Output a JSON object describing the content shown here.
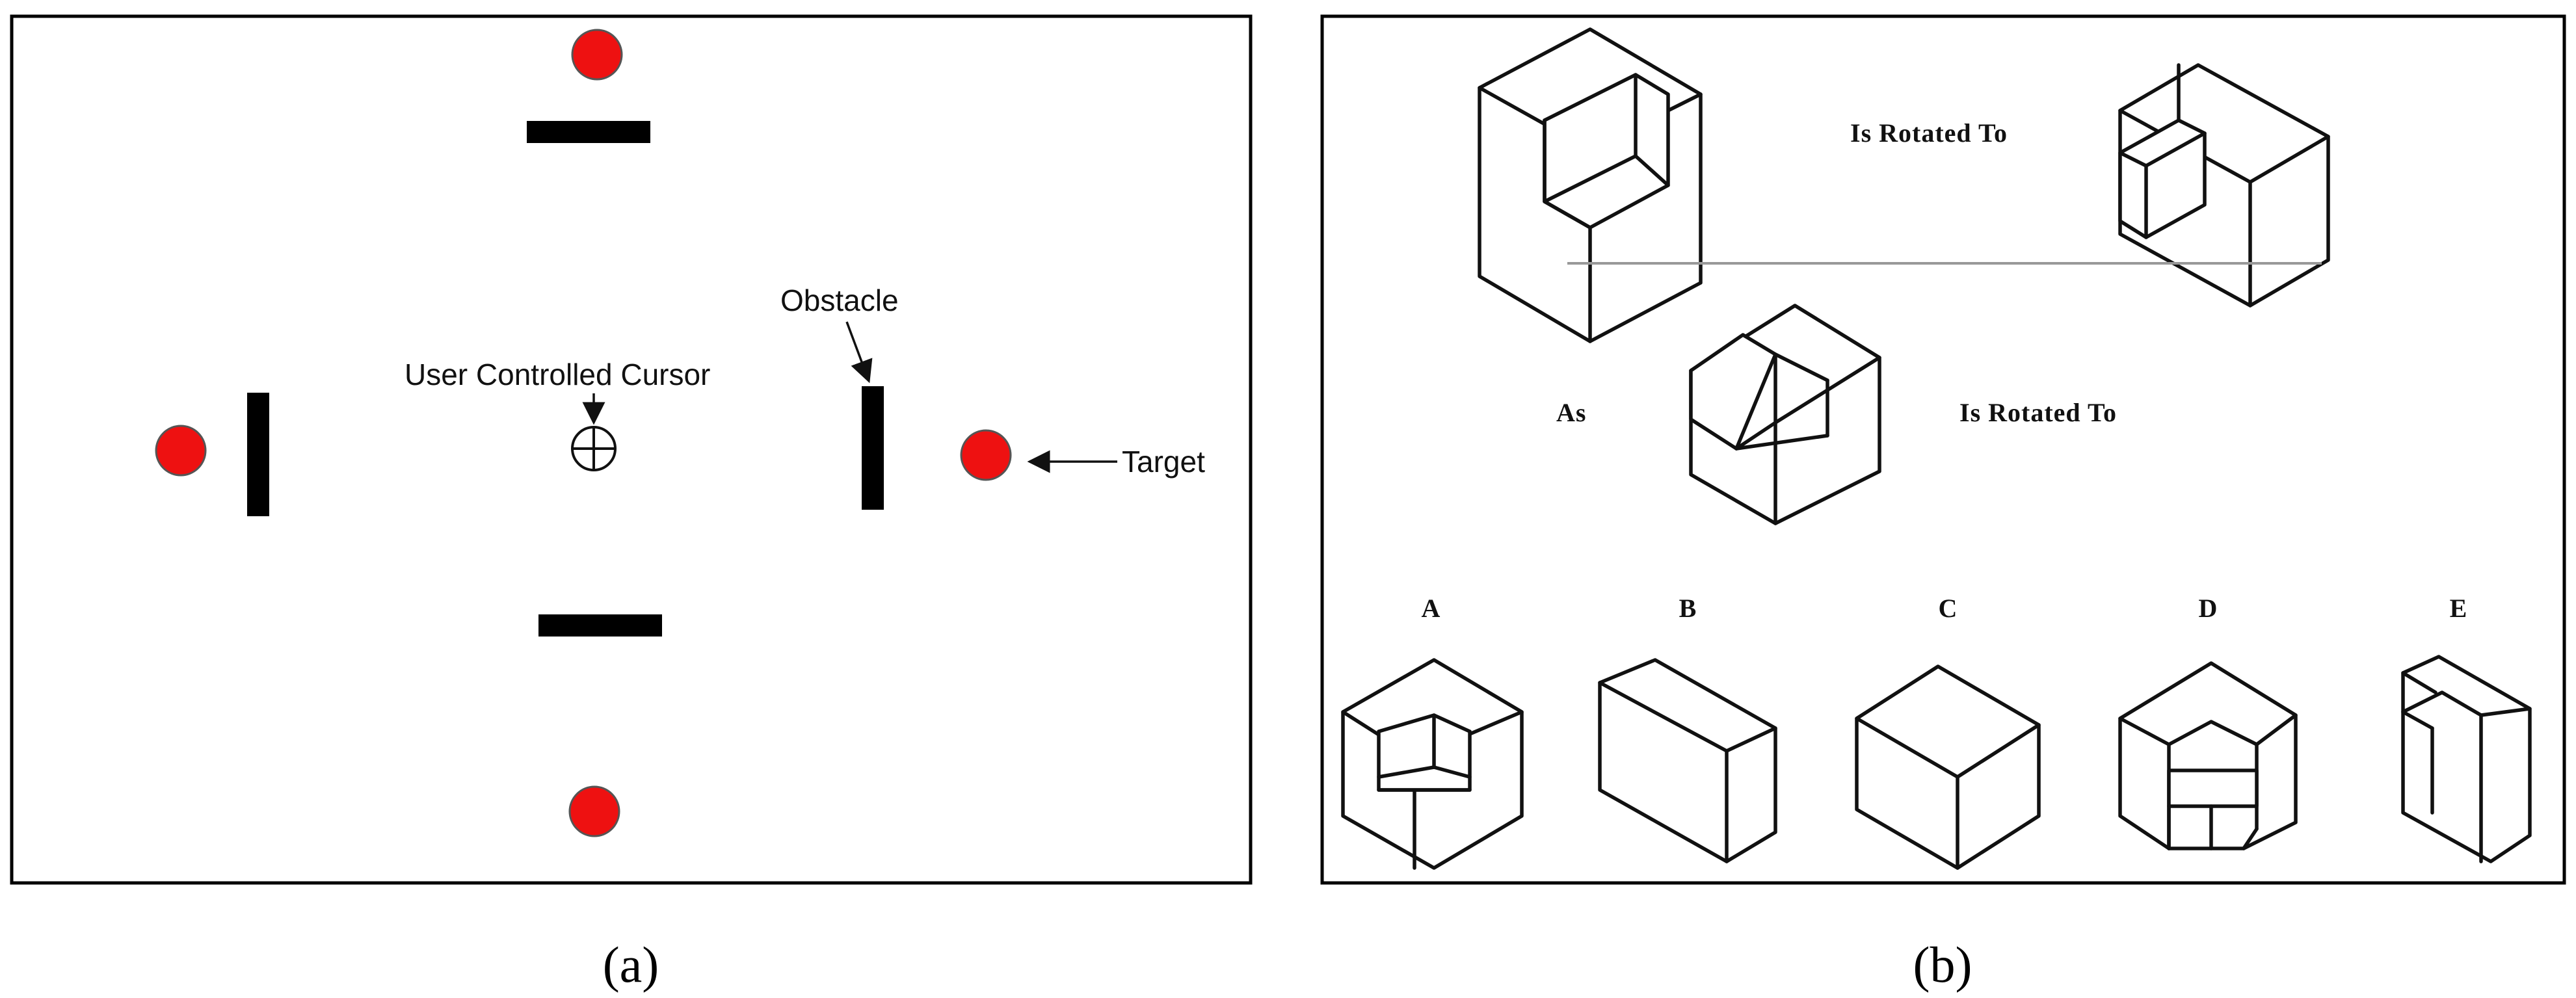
{
  "panel_a": {
    "label_obstacle": "Obstacle",
    "label_cursor": "User Controlled Cursor",
    "label_target": "Target",
    "caption": "(a)",
    "colors": {
      "target": "#ee1111",
      "obstacle": "#000000"
    }
  },
  "panel_b": {
    "example_text": "Is Rotated To",
    "as_text": "As",
    "question_text": "Is Rotated To",
    "options": [
      "A",
      "B",
      "C",
      "D",
      "E"
    ],
    "caption": "(b)"
  }
}
